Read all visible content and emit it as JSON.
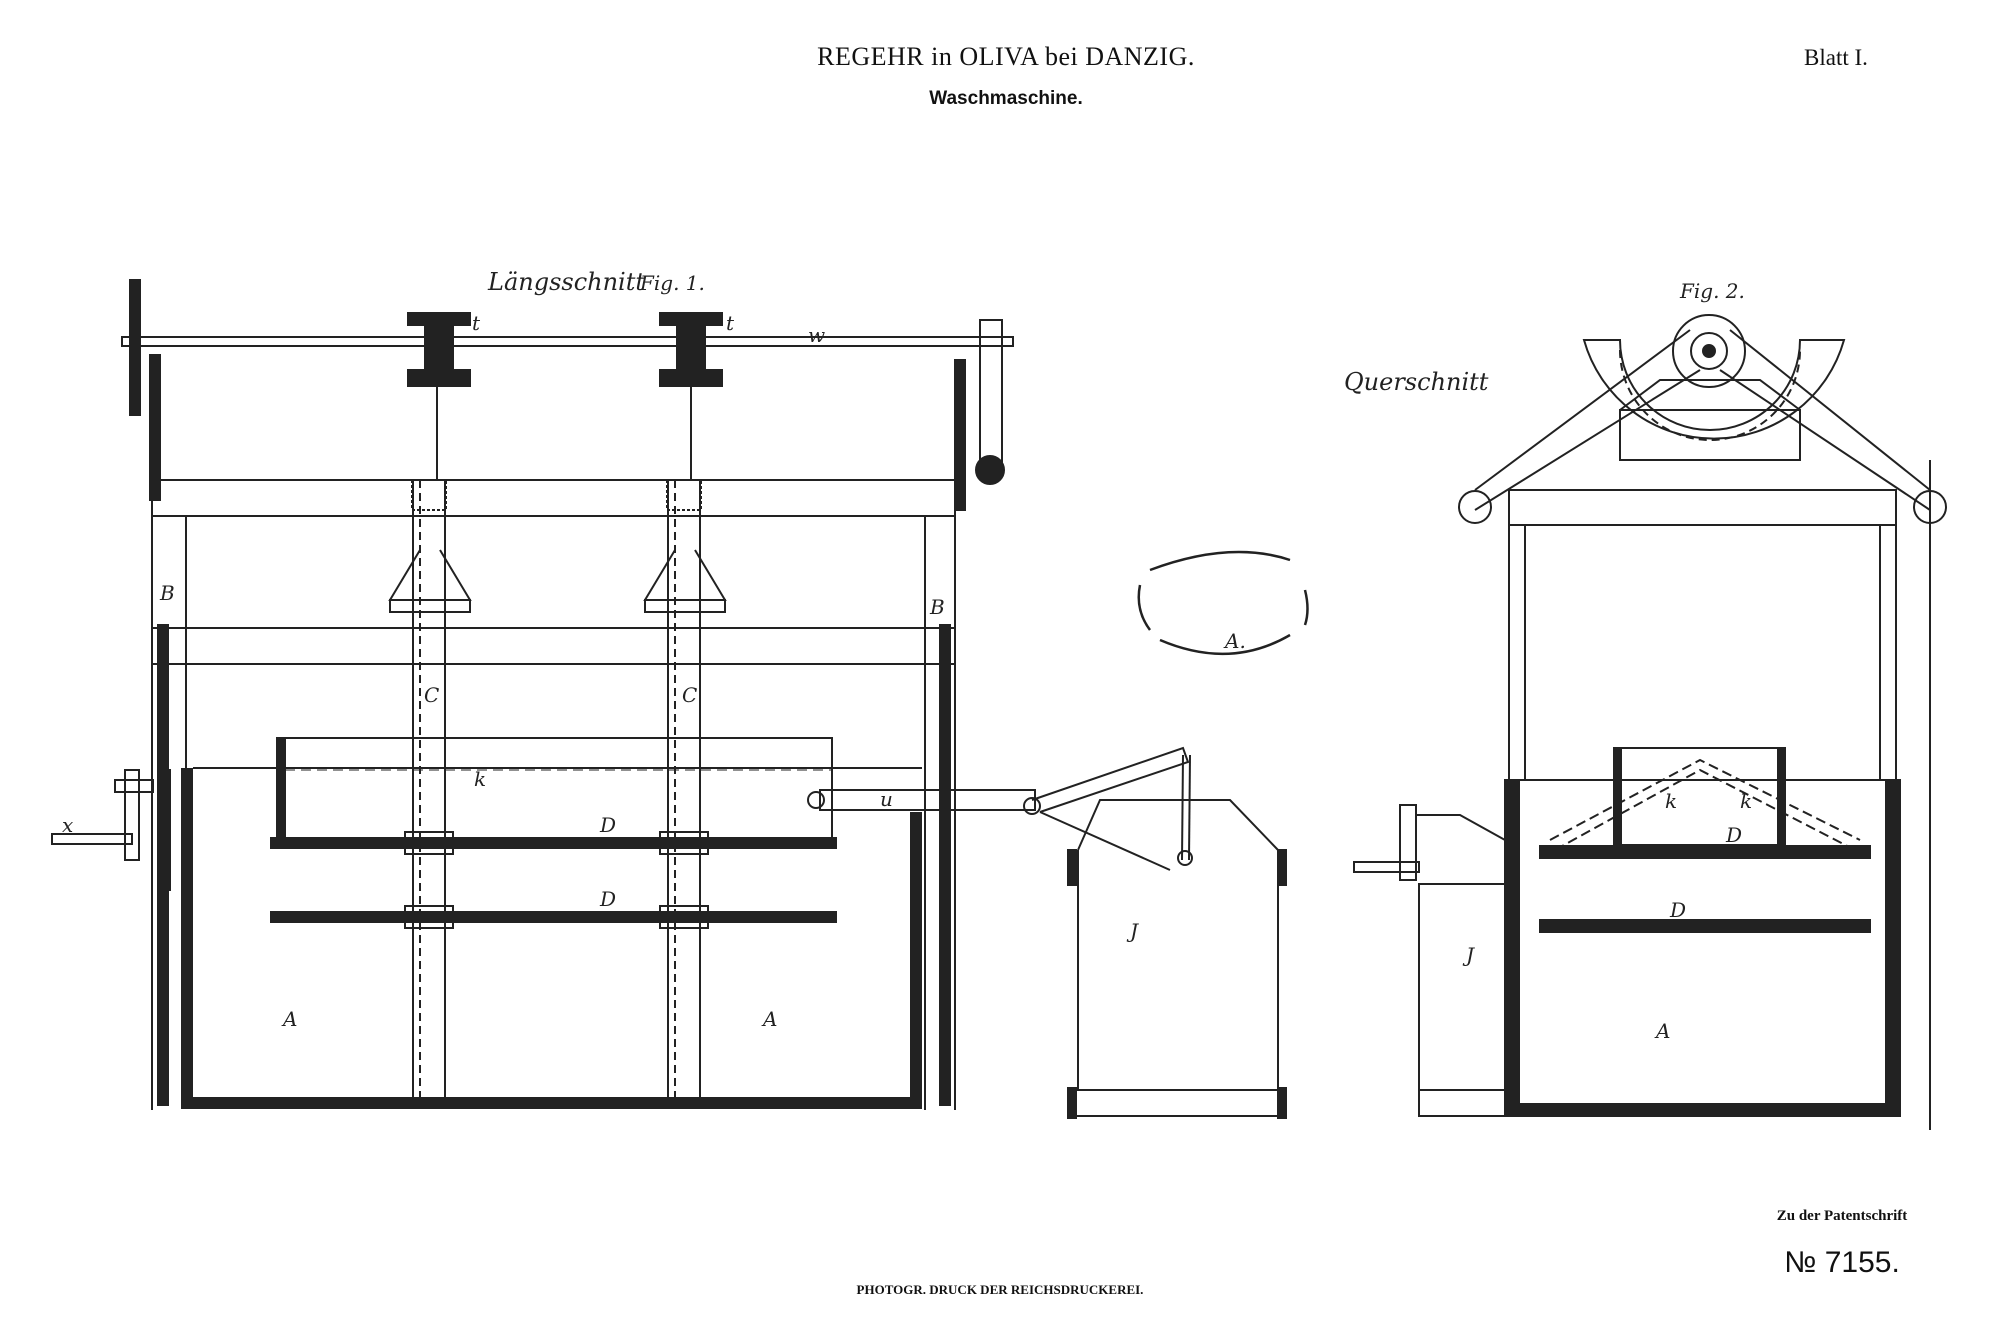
{
  "header": {
    "title": "REGEHR in OLIVA bei DANZIG.",
    "subtitle": "Waschmaschine.",
    "sheet": "Blatt I."
  },
  "fig1": {
    "section_label": "Längsschnitt",
    "fig_label": "Fig. 1.",
    "labels": {
      "B1": "B",
      "B2": "B",
      "A1": "A",
      "A2": "A",
      "k": "k",
      "D1": "D",
      "D2": "D",
      "J": "J",
      "u": "u",
      "w": "w",
      "t1": "t",
      "t2": "t",
      "C1": "C",
      "C2": "C",
      "x": "x"
    }
  },
  "fig2": {
    "section_label": "Querschnitt",
    "fig_label": "Fig. 2.",
    "labels": {
      "k1": "k",
      "k2": "k",
      "D1": "D",
      "D2": "D",
      "J": "J",
      "A": "A"
    }
  },
  "stamp": {
    "text": "A."
  },
  "footer": {
    "printer": "PHOTOGR. DRUCK DER REICHSDRUCKEREI.",
    "patent_caption": "Zu der Patentschrift",
    "patent_number": "№ 7155."
  }
}
